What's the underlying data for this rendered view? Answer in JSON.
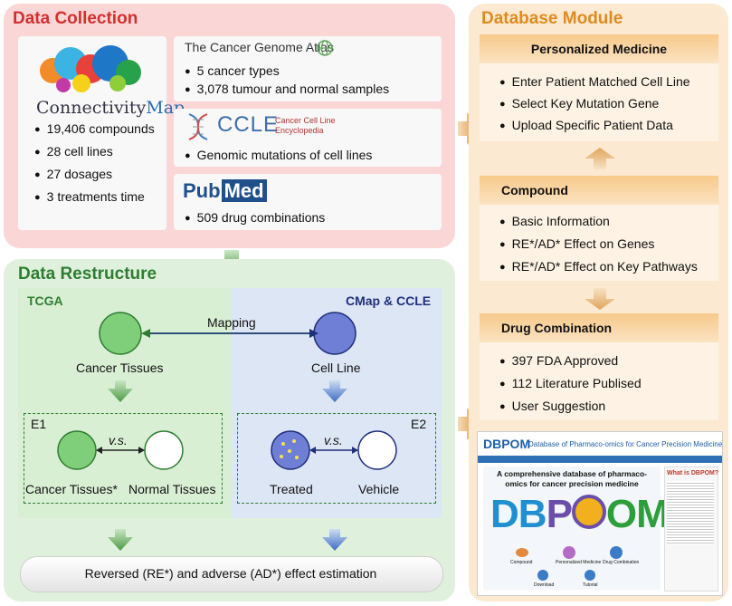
{
  "collection": {
    "title": "Data Collection",
    "cmap": {
      "logo_text_a": "Connectivity",
      "logo_text_b": "Map",
      "items": [
        "19,406 compounds",
        "28 cell lines",
        "27 dosages",
        "3 treatments time"
      ]
    },
    "tcga": {
      "name": "The Cancer Genome Atlas",
      "items": [
        "5 cancer types",
        "3,078 tumour and normal samples"
      ]
    },
    "ccle": {
      "abbr": "CCLE",
      "name_line1": "Cancer Cell Line",
      "name_line2": "Encyclopedia",
      "items": [
        "Genomic mutations of cell lines"
      ]
    },
    "pubmed": {
      "logo_a": "Pub",
      "logo_b": "Med",
      "items": [
        "509 drug combinations"
      ]
    }
  },
  "restructure": {
    "title": "Data Restructure",
    "left_label": "TCGA",
    "right_label": "CMap & CCLE",
    "mapping_label": "Mapping",
    "cancer_tissues": "Cancer Tissues",
    "cell_line": "Cell Line",
    "e1_label": "E1",
    "e2_label": "E2",
    "vs_label": "v.s.",
    "cancer_tissues_star": "Cancer Tissues*",
    "normal_tissues": "Normal Tissues",
    "treated": "Treated",
    "vehicle": "Vehicle",
    "estimation": "Reversed (RE*) and adverse (AD*) effect estimation"
  },
  "database": {
    "title": "Database Module",
    "personalized": {
      "heading": "Personalized Medicine",
      "items": [
        "Enter Patient Matched Cell Line",
        "Select Key Mutation Gene",
        "Upload Specific Patient Data"
      ]
    },
    "compound": {
      "heading": "Compound",
      "items": [
        "Basic Information",
        "RE*/AD* Effect on Genes",
        "RE*/AD* Effect on Key Pathways"
      ]
    },
    "drug_combination": {
      "heading": "Drug Combination",
      "items": [
        "397 FDA Approved",
        "112 Literature Publised",
        "User Suggestion"
      ]
    }
  },
  "website": {
    "logo": "DBPOM",
    "subtitle": "Database of Pharmaco-omics for Cancer Precision Medicine",
    "headline": "A comprehensive database of pharmaco-omics for cancer precision medicine",
    "big_logo_a": "DB",
    "big_logo_b": "P",
    "big_logo_c": "OM",
    "sidebar_title": "What is DBPOM?",
    "icon_labels": [
      "Compound",
      "Personalized Medicine",
      "Drug Combination",
      "Download",
      "Tutorial"
    ]
  },
  "colors": {
    "collection_title": "#d32f2f",
    "restructure_title": "#2e7d32",
    "database_title": "#e08a1e",
    "collection_bg": "#fbd6d6",
    "restructure_bg": "#dff1dc",
    "database_bg": "#fbe9d2",
    "green_circle": "#7fcf7a",
    "blue_circle": "#6f7fd6"
  }
}
